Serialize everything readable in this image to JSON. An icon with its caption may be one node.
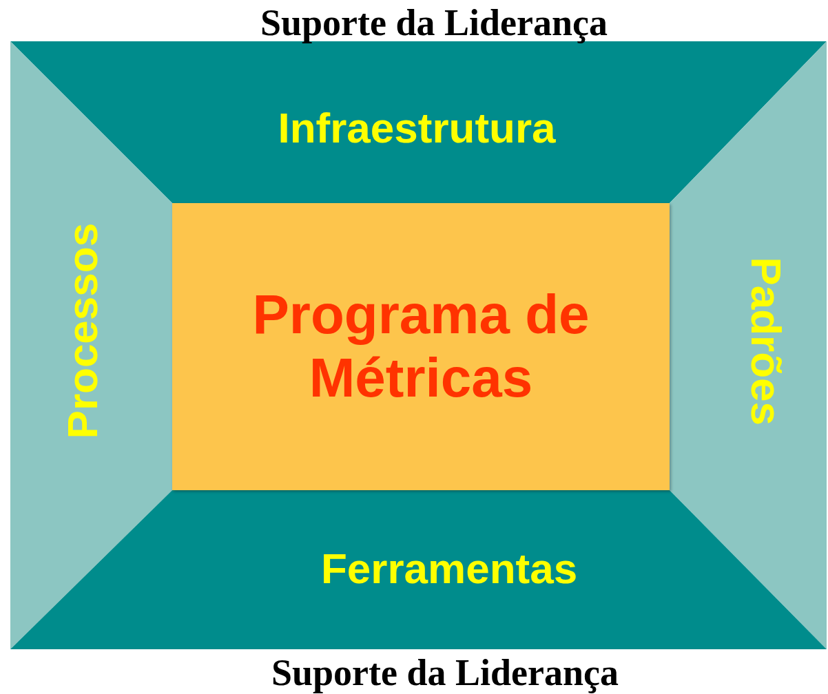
{
  "diagram": {
    "nodes": [
      {
        "text": [
          "Infraestrutura"
        ]
      },
      {
        "text": [
          "Processos"
        ]
      },
      {
        "text": [
          "Programa de Métricas"
        ]
      },
      {
        "text": [
          "Padrões"
        ]
      },
      {
        "text": [
          "Ferramentas"
        ]
      }
    ],
    "labels": [
      "Suporte da Liderança",
      "Suporte da Liderança"
    ]
  }
}
